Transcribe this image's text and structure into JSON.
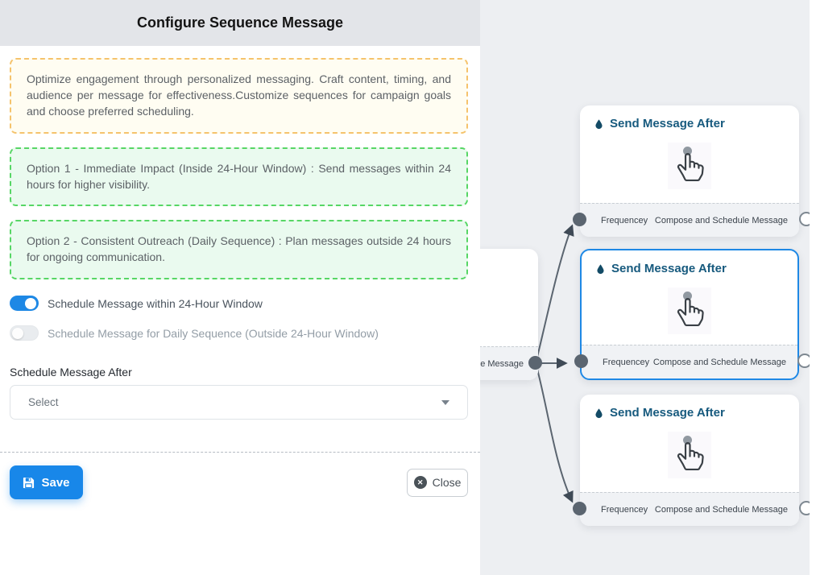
{
  "panel": {
    "title": "Configure Sequence Message",
    "description": "Optimize engagement through personalized messaging. Craft content, timing, and audience per message for effectiveness.Customize sequences for campaign goals and choose preferred scheduling.",
    "option1": "Option 1 - Immediate Impact (Inside 24-Hour Window) : Send messages within 24 hours for higher visibility.",
    "option2": "Option 2 - Consistent Outreach (Daily Sequence) : Plan messages outside 24 hours for ongoing communication.",
    "toggles": [
      {
        "label": "Schedule Message within 24-Hour Window",
        "state": "on"
      },
      {
        "label": "Schedule Message for Daily Sequence (Outside 24-Hour Window)",
        "state": "off"
      }
    ],
    "schedule_after": {
      "label": "Schedule Message After",
      "value": "Select"
    },
    "buttons": {
      "save": "Save",
      "close": "Close"
    }
  },
  "canvas": {
    "partial_node": {
      "footer_text": "ce Message"
    },
    "nodes": [
      {
        "title": "Send Message After",
        "footer_left": "Frequencey",
        "footer_right": "Compose and Schedule Message",
        "selected": false
      },
      {
        "title": "Send Message After",
        "footer_left": "Frequencey",
        "footer_right": "Compose and Schedule Message",
        "selected": true
      },
      {
        "title": "Send Message After",
        "footer_left": "Frequencey",
        "footer_right": "Compose and Schedule Message",
        "selected": false
      }
    ]
  },
  "colors": {
    "primary_blue": "#1887e9",
    "toggle_on": "#1e88e5",
    "selected_node_border": "#1e88e5",
    "node_title": "#175a7e",
    "edge": "#5b6570",
    "warning_border": "#f5c36c",
    "warning_bg": "#fffdf2",
    "success_border": "#57d665",
    "success_bg": "#eafaef",
    "canvas_bg": "#edeff2",
    "header_bg": "#e3e5e9"
  }
}
